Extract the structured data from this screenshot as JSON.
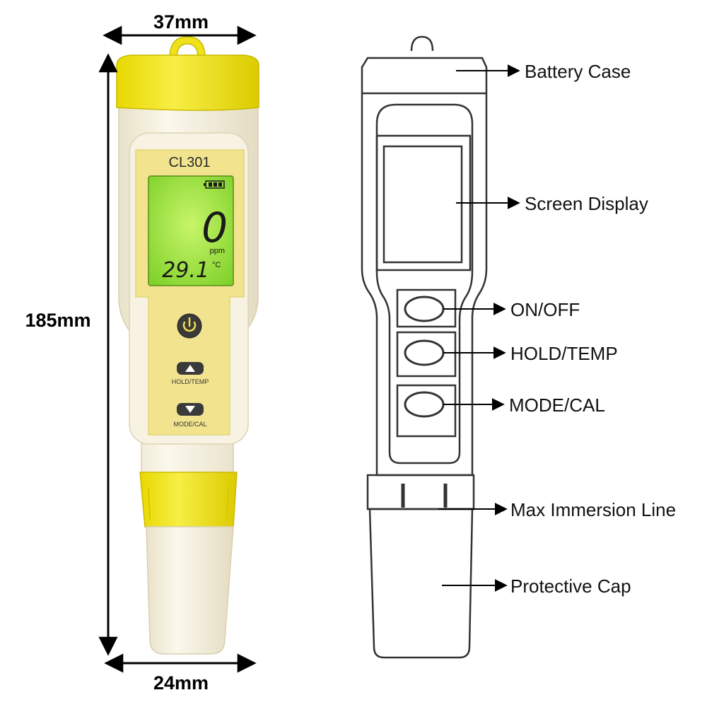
{
  "dimensions": {
    "top_width": "37mm",
    "height": "185mm",
    "bottom_width": "24mm"
  },
  "device": {
    "model": "CL301",
    "display_value": "0",
    "display_unit": "ppm",
    "temperature_value": "29.1",
    "temperature_unit": "°C",
    "buttons": [
      {
        "label": "",
        "icon": "power-icon"
      },
      {
        "label": "HOLD/TEMP",
        "icon": "triangle-up-icon"
      },
      {
        "label": "MODE/CAL",
        "icon": "triangle-down-icon"
      }
    ]
  },
  "callouts": [
    {
      "label": "Battery Case"
    },
    {
      "label": "Screen Display"
    },
    {
      "label": "ON/OFF"
    },
    {
      "label": "HOLD/TEMP"
    },
    {
      "label": "MODE/CAL"
    },
    {
      "label": "Max Immersion Line"
    },
    {
      "label": "Protective Cap"
    }
  ],
  "colors": {
    "body": "#f5f0df",
    "accent_yellow": "#f2e51f",
    "panel_yellow": "#f3e79a",
    "lcd_green": "#9ee33f",
    "button_dark": "#3a3a3a"
  }
}
